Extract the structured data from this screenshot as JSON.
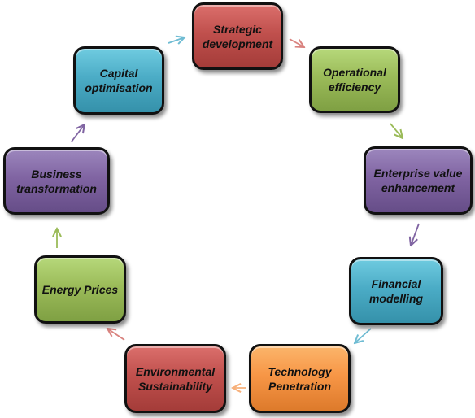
{
  "nodes": [
    {
      "id": "strategic-development",
      "label": "Strategic development",
      "color": "#c0504d"
    },
    {
      "id": "operational-efficiency",
      "label": "Operational efficiency",
      "color": "#9bbb59"
    },
    {
      "id": "enterprise-value-enhancement",
      "label": "Enterprise value enhancement",
      "color": "#8064a2"
    },
    {
      "id": "financial-modelling",
      "label": "Financial modelling",
      "color": "#4bacc6"
    },
    {
      "id": "technology-penetration",
      "label": "Technology Penetration",
      "color": "#f79646"
    },
    {
      "id": "environmental-sustainability",
      "label": "Environmental Sustainability",
      "color": "#c0504d"
    },
    {
      "id": "energy-prices",
      "label": "Energy Prices",
      "color": "#9bbb59"
    },
    {
      "id": "business-transformation",
      "label": "Business transformation",
      "color": "#8064a2"
    },
    {
      "id": "capital-optimisation",
      "label": "Capital optimisation",
      "color": "#4bacc6"
    }
  ],
  "edges": [
    {
      "from": "strategic-development",
      "to": "operational-efficiency",
      "color": "#d9837f"
    },
    {
      "from": "operational-efficiency",
      "to": "enterprise-value-enhancement",
      "color": "#9bbb59"
    },
    {
      "from": "enterprise-value-enhancement",
      "to": "financial-modelling",
      "color": "#8064a2"
    },
    {
      "from": "financial-modelling",
      "to": "technology-penetration",
      "color": "#6fbcd3"
    },
    {
      "from": "technology-penetration",
      "to": "environmental-sustainability",
      "color": "#f7b07a"
    },
    {
      "from": "environmental-sustainability",
      "to": "energy-prices",
      "color": "#d9837f"
    },
    {
      "from": "energy-prices",
      "to": "business-transformation",
      "color": "#9bbb59"
    },
    {
      "from": "business-transformation",
      "to": "capital-optimisation",
      "color": "#8064a2"
    },
    {
      "from": "capital-optimisation",
      "to": "strategic-development",
      "color": "#6fbcd3"
    }
  ]
}
